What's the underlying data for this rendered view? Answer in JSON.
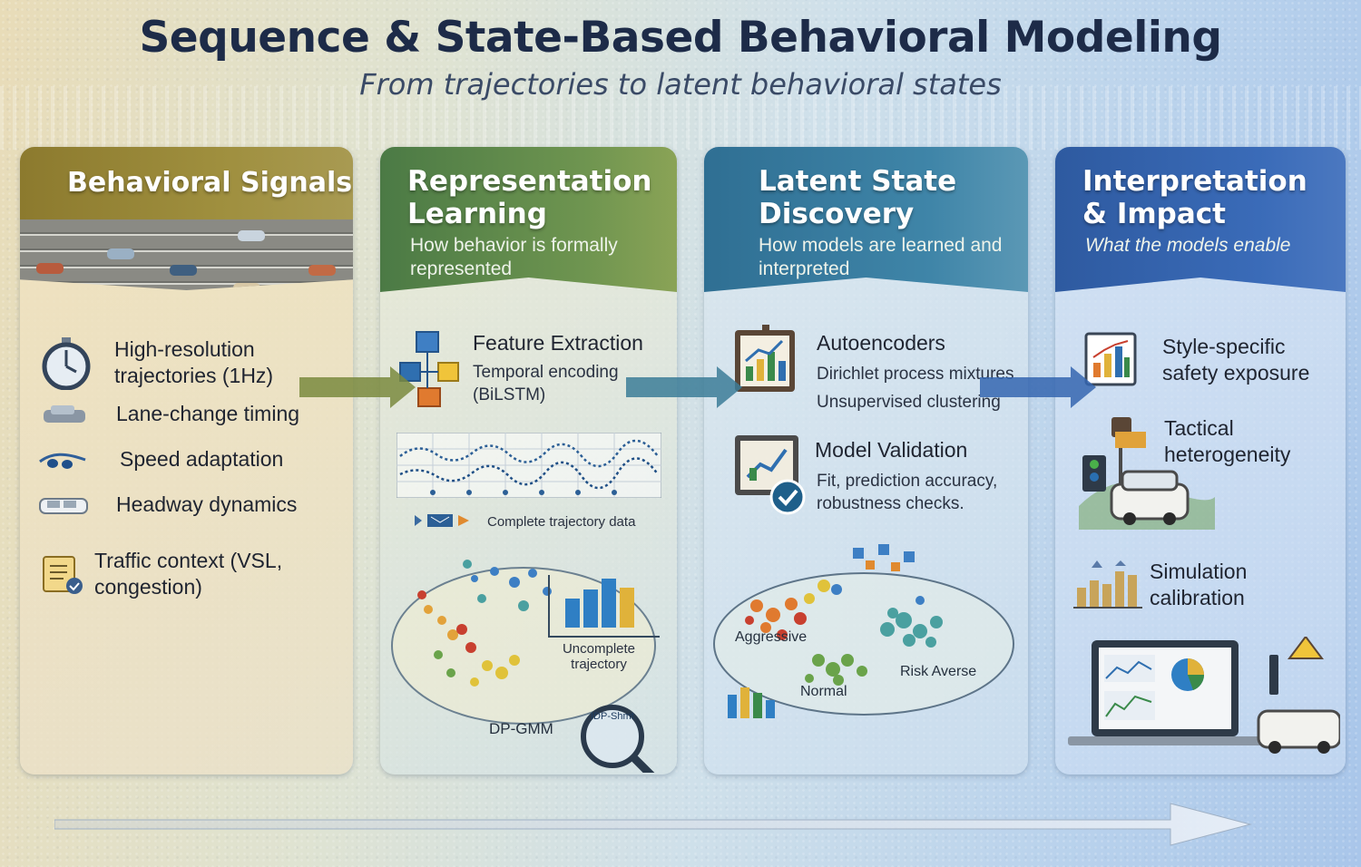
{
  "title": "Sequence & State-Based Behavioral Modeling",
  "subtitle": "From trajectories to latent behavioral states",
  "panels": {
    "signals": {
      "title": "Behavioral Signals",
      "items": [
        {
          "label": "High-resolution trajectories (1Hz)",
          "icon": "stopwatch-icon"
        },
        {
          "label": "Lane-change timing",
          "icon": "car-icon"
        },
        {
          "label": "Speed adaptation",
          "icon": "speed-dots-icon"
        },
        {
          "label": "Headway dynamics",
          "icon": "vehicle-outline-icon"
        },
        {
          "label": "Traffic context (VSL, congestion)",
          "icon": "document-icon"
        }
      ]
    },
    "representation": {
      "title": "Representation Learning",
      "subtitle": "How behavior is formally represented",
      "items": [
        {
          "label": "Feature Extraction",
          "icon": "flowchart-icon"
        },
        {
          "label": "Temporal encoding (BiLSTM)"
        }
      ],
      "complete_caption": "Complete trajectory data",
      "incomplete_caption": "Uncomplete trajectory",
      "dpgmm_label": "DP-GMM",
      "lens_text": "IDP-Shmt"
    },
    "latent": {
      "title": "Latent State Discovery",
      "subtitle": "How models are learned and interpreted",
      "items": [
        {
          "label": "Autoencoders",
          "icon": "chart-board-icon"
        },
        {
          "label": "Dirichlet process mixtures"
        },
        {
          "label": "Unsupervised clustering"
        },
        {
          "label": "Model Validation",
          "icon": "validation-icon"
        },
        {
          "label": "Fit, prediction accuracy, robustness checks."
        }
      ],
      "clusters": [
        "Aggressive",
        "Risk Averse",
        "Normal"
      ]
    },
    "impact": {
      "title": "Interpretation & Impact",
      "subtitle": "What the models enable",
      "items": [
        {
          "label": "Style-specific safety exposure",
          "icon": "bar-chart-icon"
        },
        {
          "label": "Tactical heterogeneity",
          "icon": "traffic-scene-icon"
        },
        {
          "label": "Simulation calibration",
          "icon": "calibration-icon"
        }
      ]
    }
  },
  "colors": {
    "title": "#1d2b48",
    "signals": "#8c7a2e",
    "representation": "#5b8a4a",
    "latent": "#3a7fa3",
    "impact": "#3566b0"
  }
}
